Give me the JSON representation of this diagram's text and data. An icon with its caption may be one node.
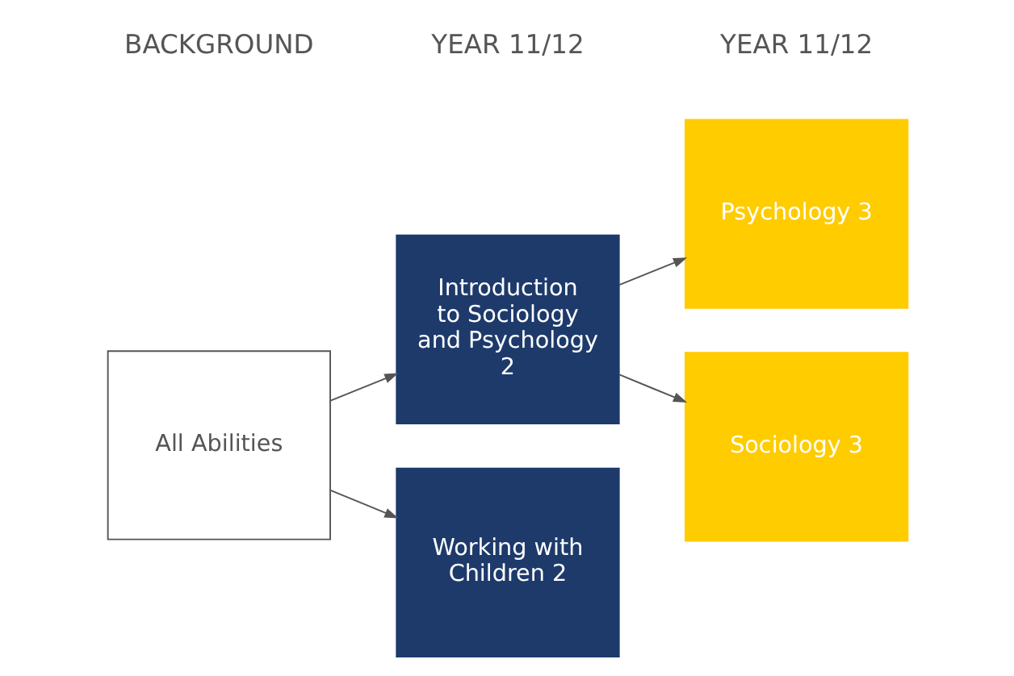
{
  "diagram": {
    "nodes": [
      {
        "text": [
          "All Abilities"
        ]
      },
      {
        "text": [
          "Introduction to Sociology and Psychology 2"
        ]
      },
      {
        "text": [
          "Working with Children 2"
        ]
      },
      {
        "text": [
          "Psychology 3"
        ]
      },
      {
        "text": [
          "Sociology 3"
        ]
      }
    ],
    "edges": [
      {
        "from": 0,
        "to": 1,
        "arrow": "to"
      },
      {
        "from": 0,
        "to": 2,
        "arrow": "to"
      },
      {
        "from": 1,
        "to": 3,
        "arrow": "to"
      },
      {
        "from": 1,
        "to": 4,
        "arrow": "to"
      }
    ],
    "labels": [
      "BACKGROUND",
      "YEAR 11/12",
      "YEAR 11/12"
    ]
  }
}
